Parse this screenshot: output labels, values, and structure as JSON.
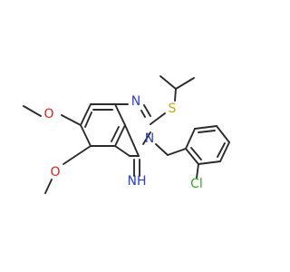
{
  "molecule": {
    "atoms": {
      "n1": "N",
      "n3": "N",
      "imine": "NH",
      "sulfur": "S",
      "oxygen_upper": "O",
      "oxygen_lower": "O",
      "chlorine": "Cl"
    },
    "colors": {
      "bond": "#2b2b2b",
      "nitrogen": "#2c3ed9",
      "sulfur": "#c8a80c",
      "oxygen": "#e0201b",
      "chlorine": "#2bb21b"
    }
  }
}
